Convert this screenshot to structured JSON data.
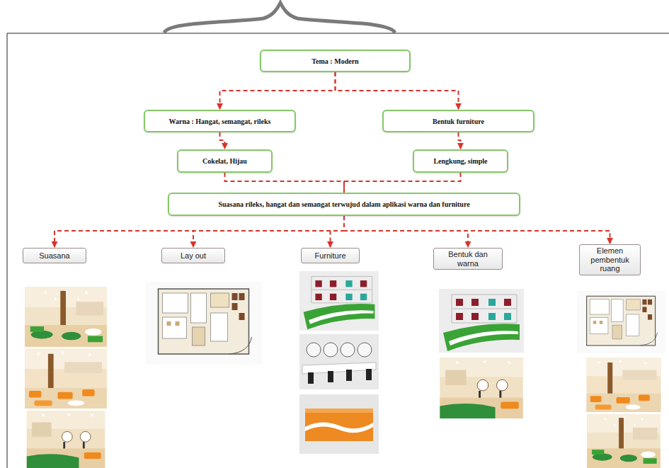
{
  "diagram": {
    "nodes": [
      {
        "text": [
          "Tema : Modern"
        ]
      },
      {
        "text": [
          "Warna : Hangat, semangat, rileks"
        ]
      },
      {
        "text": [
          "Bentuk furniture"
        ]
      },
      {
        "text": [
          "Cokelat, Hijau"
        ]
      },
      {
        "text": [
          "Lengkung, simple"
        ]
      },
      {
        "text": [
          "Suasana rileks, hangat dan semangat terwujud dalam aplikasi warna dan furniture"
        ]
      },
      {
        "text": [
          "Suasana"
        ]
      },
      {
        "text": [
          "Lay out"
        ]
      },
      {
        "text": [
          "Furniture"
        ]
      },
      {
        "text": [
          "Bentuk dan warna"
        ]
      },
      {
        "text": [
          "Elemen pembentuk ruang"
        ]
      }
    ],
    "edges": [
      {
        "from": 0,
        "to": 1,
        "arrow": "to"
      },
      {
        "from": 0,
        "to": 2,
        "arrow": "to"
      },
      {
        "from": 1,
        "to": 3,
        "arrow": "to"
      },
      {
        "from": 2,
        "to": 4,
        "arrow": "to"
      },
      {
        "from": 3,
        "to": 5,
        "arrow": "none"
      },
      {
        "from": 4,
        "to": 5,
        "arrow": "none"
      },
      {
        "from": 5,
        "to": 6,
        "arrow": "to"
      },
      {
        "from": 5,
        "to": 7,
        "arrow": "to"
      },
      {
        "from": 5,
        "to": 8,
        "arrow": "to"
      },
      {
        "from": 5,
        "to": 9,
        "arrow": "to"
      },
      {
        "from": 5,
        "to": 10,
        "arrow": "to"
      }
    ]
  }
}
